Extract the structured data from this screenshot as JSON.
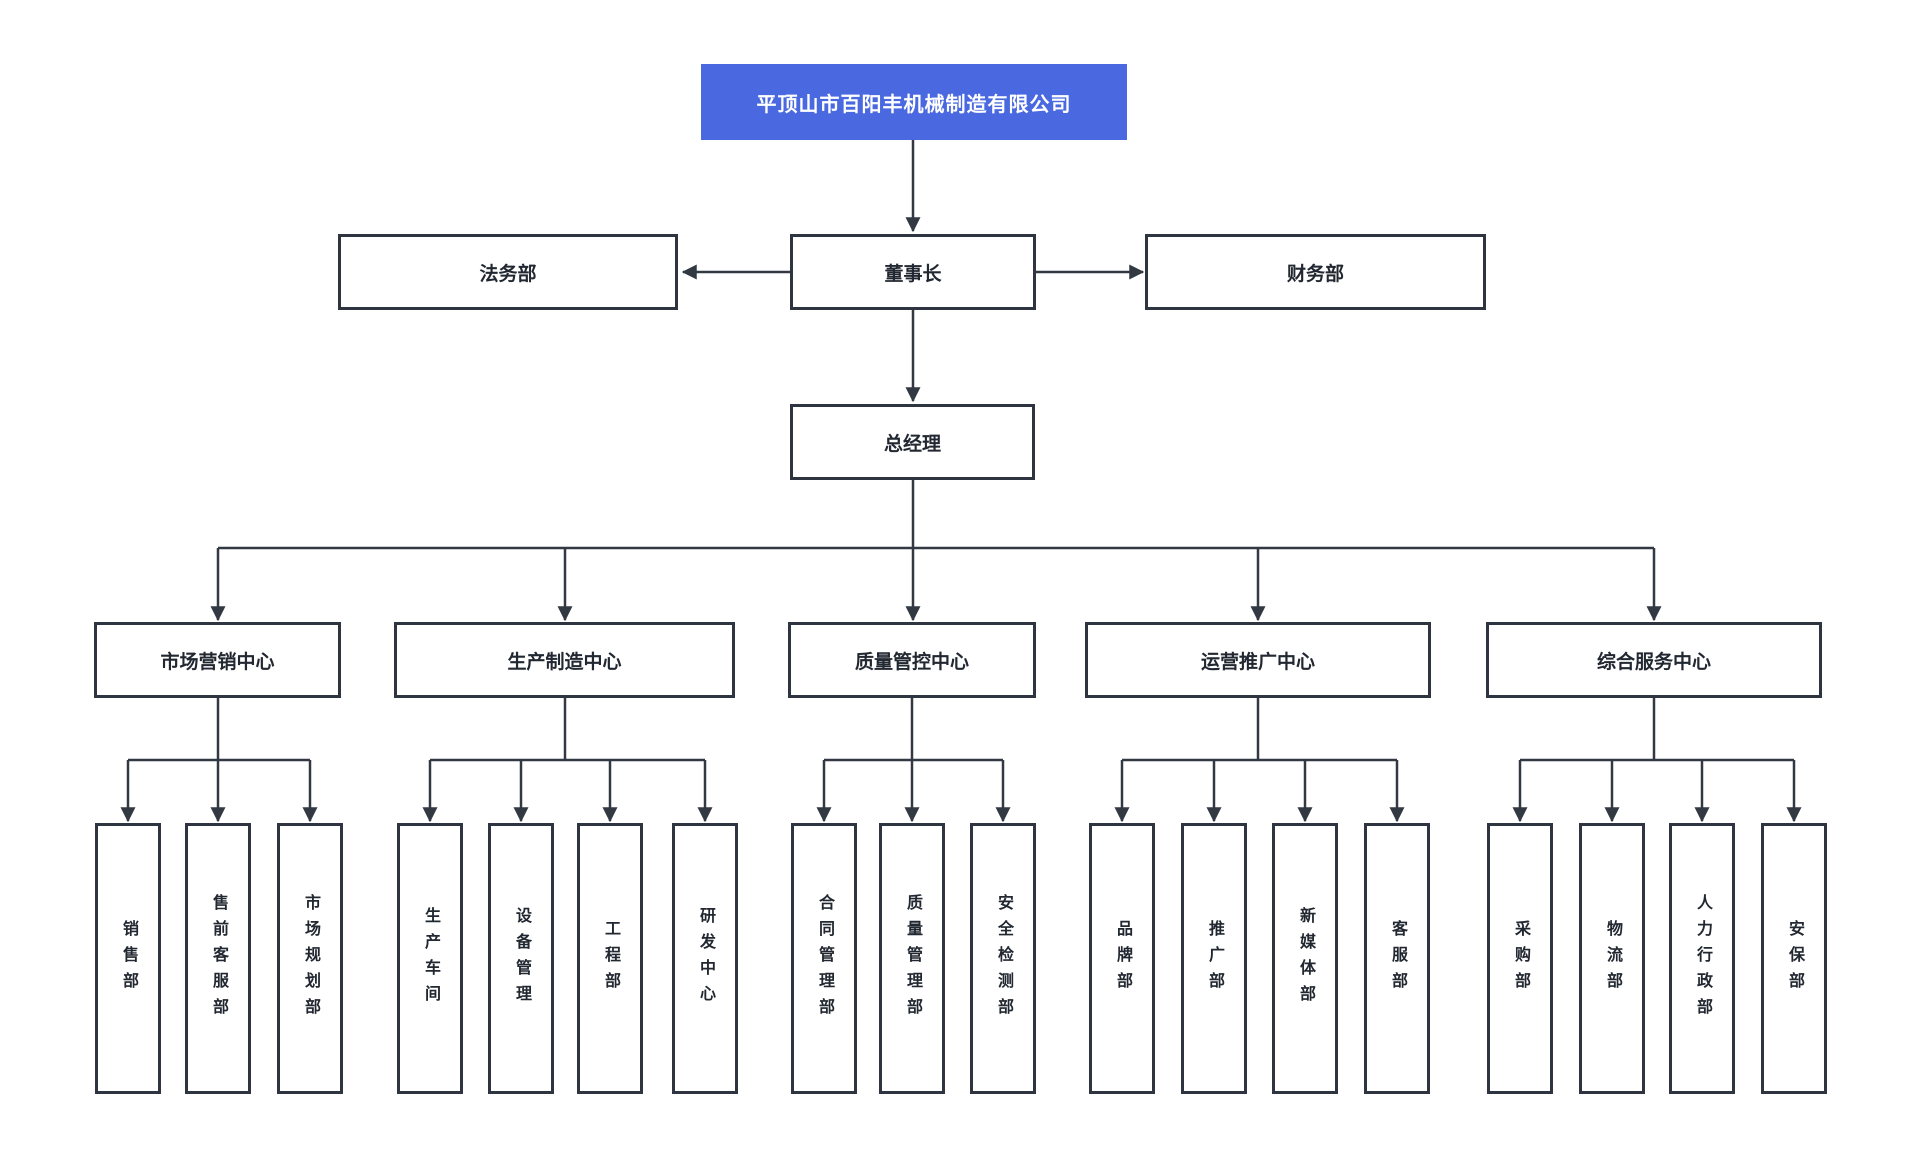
{
  "diagram": {
    "title": "平顶山市百阳丰机械制造有限公司",
    "legal": {
      "label": "法务部"
    },
    "chairman": {
      "label": "董事长"
    },
    "finance": {
      "label": "财务部"
    },
    "general_manager": {
      "label": "总经理"
    },
    "centers": [
      {
        "label": "市场营销中心",
        "departments": [
          "销售部",
          "售前客服部",
          "市场规划部"
        ]
      },
      {
        "label": "生产制造中心",
        "departments": [
          "生产车间",
          "设备管理",
          "工程部",
          "研发中心"
        ]
      },
      {
        "label": "质量管控中心",
        "departments": [
          "合同管理部",
          "质量管理部",
          "安全检测部"
        ]
      },
      {
        "label": "运营推广中心",
        "departments": [
          "品牌部",
          "推广部",
          "新媒体部",
          "客服部"
        ]
      },
      {
        "label": "综合服务中心",
        "departments": [
          "采购部",
          "物流部",
          "人力行政部",
          "安保部"
        ]
      }
    ],
    "colors": {
      "root_background": "#4a69e0",
      "root_text": "#ffffff",
      "box_border": "#2e3540",
      "connector_line": "#323943",
      "box_text": "#222831",
      "page_background": "#ffffff"
    }
  }
}
